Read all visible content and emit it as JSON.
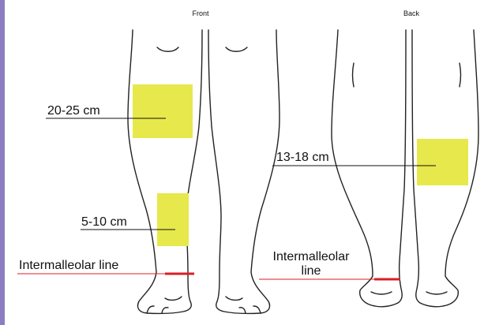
{
  "views": {
    "front": {
      "title": "Front"
    },
    "back": {
      "title": "Back"
    }
  },
  "labels": {
    "front_upper": "20-25 cm",
    "front_lower": "5-10 cm",
    "front_malleolar": "Intermalleolar line",
    "back_zone": "13-18 cm",
    "back_malleolar_line1": "Intermalleolar",
    "back_malleolar_line2": "line"
  },
  "colors": {
    "zone_fill": "#e7e84b",
    "intermalleolar": "#d81f26",
    "outline": "#222222",
    "border": "#8e7cc3"
  }
}
